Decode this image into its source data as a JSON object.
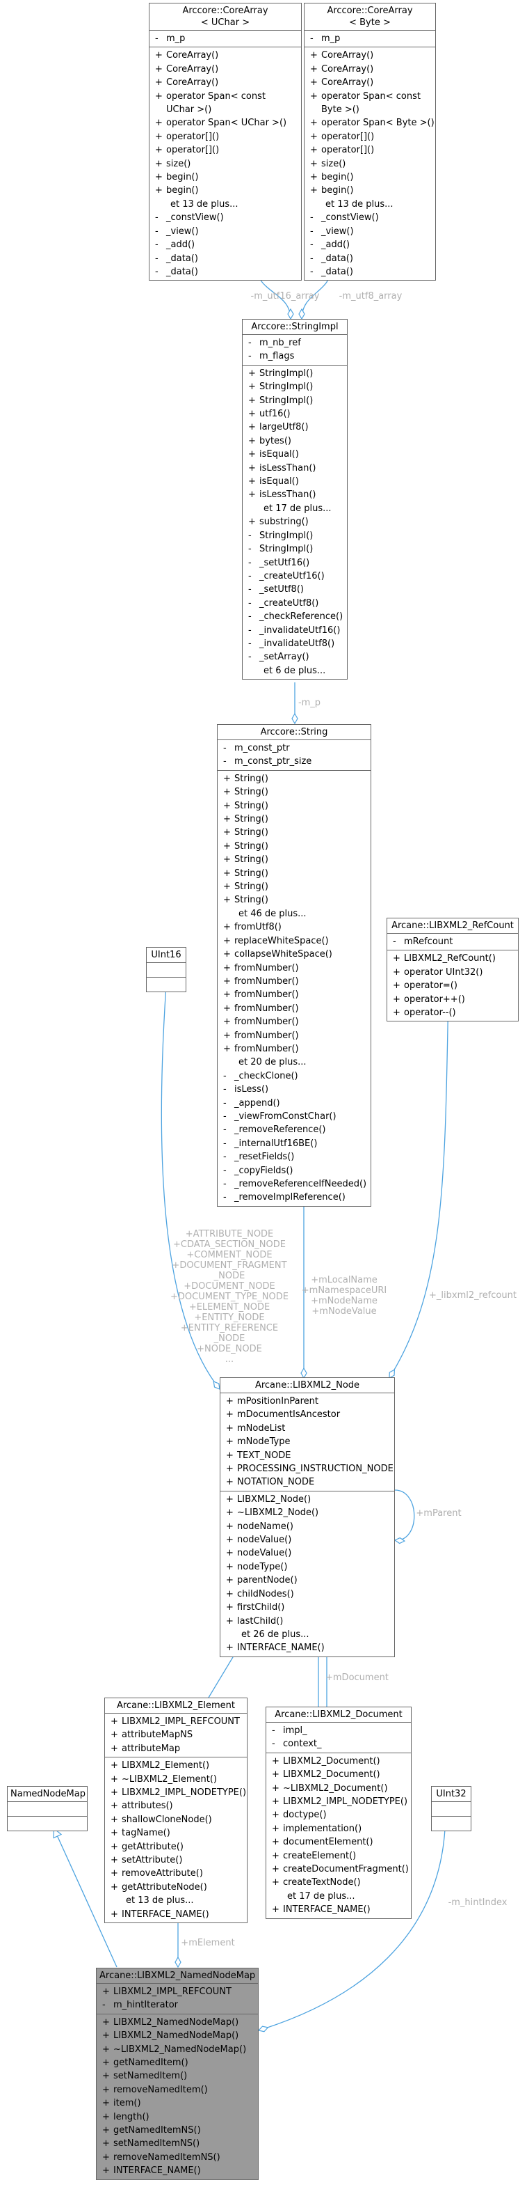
{
  "diagram": {
    "colors": {
      "edge": "#4da3e0",
      "label": "#b0b0b0",
      "focus_fill": "#9a9a9a",
      "border": "#666666"
    },
    "boxes": {
      "core_uchar": {
        "title_lines": [
          "Arccore::CoreArray",
          "< UChar >"
        ],
        "attributes": [
          {
            "v": "-",
            "t": "m_p"
          }
        ],
        "operations": [
          {
            "v": "+",
            "t": "CoreArray()"
          },
          {
            "v": "+",
            "t": "CoreArray()"
          },
          {
            "v": "+",
            "t": "CoreArray()"
          },
          {
            "v": "+",
            "t": "operator Span< const"
          },
          {
            "v": "",
            "t": "UChar >()"
          },
          {
            "v": "+",
            "t": "operator Span< UChar >()"
          },
          {
            "v": "+",
            "t": "operator[]()"
          },
          {
            "v": "+",
            "t": "operator[]()"
          },
          {
            "v": "+",
            "t": "size()"
          },
          {
            "v": "+",
            "t": "begin()"
          },
          {
            "v": "+",
            "t": "begin()"
          },
          {
            "v": "",
            "t": "et 13 de plus...",
            "more": true
          },
          {
            "v": "-",
            "t": "_constView()"
          },
          {
            "v": "-",
            "t": "_view()"
          },
          {
            "v": "-",
            "t": "_add()"
          },
          {
            "v": "-",
            "t": "_data()"
          },
          {
            "v": "-",
            "t": "_data()"
          }
        ]
      },
      "core_byte": {
        "title_lines": [
          "Arccore::CoreArray",
          "< Byte >"
        ],
        "attributes": [
          {
            "v": "-",
            "t": "m_p"
          }
        ],
        "operations": [
          {
            "v": "+",
            "t": "CoreArray()"
          },
          {
            "v": "+",
            "t": "CoreArray()"
          },
          {
            "v": "+",
            "t": "CoreArray()"
          },
          {
            "v": "+",
            "t": "operator Span< const"
          },
          {
            "v": "",
            "t": "Byte >()"
          },
          {
            "v": "+",
            "t": "operator Span< Byte >()"
          },
          {
            "v": "+",
            "t": "operator[]()"
          },
          {
            "v": "+",
            "t": "operator[]()"
          },
          {
            "v": "+",
            "t": "size()"
          },
          {
            "v": "+",
            "t": "begin()"
          },
          {
            "v": "+",
            "t": "begin()"
          },
          {
            "v": "",
            "t": "et 13 de plus...",
            "more": true
          },
          {
            "v": "-",
            "t": "_constView()"
          },
          {
            "v": "-",
            "t": "_view()"
          },
          {
            "v": "-",
            "t": "_add()"
          },
          {
            "v": "-",
            "t": "_data()"
          },
          {
            "v": "-",
            "t": "_data()"
          }
        ]
      },
      "string_impl": {
        "title_lines": [
          "Arccore::StringImpl"
        ],
        "attributes": [
          {
            "v": "-",
            "t": "m_nb_ref"
          },
          {
            "v": "-",
            "t": "m_flags"
          }
        ],
        "operations": [
          {
            "v": "+",
            "t": "StringImpl()"
          },
          {
            "v": "+",
            "t": "StringImpl()"
          },
          {
            "v": "+",
            "t": "StringImpl()"
          },
          {
            "v": "+",
            "t": "utf16()"
          },
          {
            "v": "+",
            "t": "largeUtf8()"
          },
          {
            "v": "+",
            "t": "bytes()"
          },
          {
            "v": "+",
            "t": "isEqual()"
          },
          {
            "v": "+",
            "t": "isLessThan()"
          },
          {
            "v": "+",
            "t": "isEqual()"
          },
          {
            "v": "+",
            "t": "isLessThan()"
          },
          {
            "v": "",
            "t": "et 17 de plus...",
            "more": true
          },
          {
            "v": "+",
            "t": "substring()"
          },
          {
            "v": "-",
            "t": "StringImpl()"
          },
          {
            "v": "-",
            "t": "StringImpl()"
          },
          {
            "v": "-",
            "t": "_setUtf16()"
          },
          {
            "v": "-",
            "t": "_createUtf16()"
          },
          {
            "v": "-",
            "t": "_setUtf8()"
          },
          {
            "v": "-",
            "t": "_createUtf8()"
          },
          {
            "v": "-",
            "t": "_checkReference()"
          },
          {
            "v": "-",
            "t": "_invalidateUtf16()"
          },
          {
            "v": "-",
            "t": "_invalidateUtf8()"
          },
          {
            "v": "-",
            "t": "_setArray()"
          },
          {
            "v": "",
            "t": "et 6 de plus...",
            "more": true
          }
        ]
      },
      "string": {
        "title_lines": [
          "Arccore::String"
        ],
        "attributes": [
          {
            "v": "-",
            "t": "m_const_ptr"
          },
          {
            "v": "-",
            "t": "m_const_ptr_size"
          }
        ],
        "operations": [
          {
            "v": "+",
            "t": "String()"
          },
          {
            "v": "+",
            "t": "String()"
          },
          {
            "v": "+",
            "t": "String()"
          },
          {
            "v": "+",
            "t": "String()"
          },
          {
            "v": "+",
            "t": "String()"
          },
          {
            "v": "+",
            "t": "String()"
          },
          {
            "v": "+",
            "t": "String()"
          },
          {
            "v": "+",
            "t": "String()"
          },
          {
            "v": "+",
            "t": "String()"
          },
          {
            "v": "+",
            "t": "String()"
          },
          {
            "v": "",
            "t": "et 46 de plus...",
            "more": true
          },
          {
            "v": "+",
            "t": "fromUtf8()"
          },
          {
            "v": "+",
            "t": "replaceWhiteSpace()"
          },
          {
            "v": "+",
            "t": "collapseWhiteSpace()"
          },
          {
            "v": "+",
            "t": "fromNumber()"
          },
          {
            "v": "+",
            "t": "fromNumber()"
          },
          {
            "v": "+",
            "t": "fromNumber()"
          },
          {
            "v": "+",
            "t": "fromNumber()"
          },
          {
            "v": "+",
            "t": "fromNumber()"
          },
          {
            "v": "+",
            "t": "fromNumber()"
          },
          {
            "v": "+",
            "t": "fromNumber()"
          },
          {
            "v": "",
            "t": "et 20 de plus...",
            "more": true
          },
          {
            "v": "-",
            "t": "_checkClone()"
          },
          {
            "v": "-",
            "t": "isLess()"
          },
          {
            "v": "-",
            "t": "_append()"
          },
          {
            "v": "-",
            "t": "_viewFromConstChar()"
          },
          {
            "v": "-",
            "t": "_removeReference()"
          },
          {
            "v": "-",
            "t": "_internalUtf16BE()"
          },
          {
            "v": "-",
            "t": "_resetFields()"
          },
          {
            "v": "-",
            "t": "_copyFields()"
          },
          {
            "v": "-",
            "t": "_removeReferenceIfNeeded()"
          },
          {
            "v": "-",
            "t": "_removeImplReference()"
          }
        ]
      },
      "uint16": {
        "title_lines": [
          "UInt16"
        ],
        "attributes": [],
        "operations": []
      },
      "refcount": {
        "title_lines": [
          "Arcane::LIBXML2_RefCount"
        ],
        "attributes": [
          {
            "v": "-",
            "t": "mRefcount"
          }
        ],
        "operations": [
          {
            "v": "+",
            "t": "LIBXML2_RefCount()"
          },
          {
            "v": "+",
            "t": "operator UInt32()"
          },
          {
            "v": "+",
            "t": "operator=()"
          },
          {
            "v": "+",
            "t": "operator++()"
          },
          {
            "v": "+",
            "t": "operator--()"
          }
        ]
      },
      "node": {
        "title_lines": [
          "Arcane::LIBXML2_Node"
        ],
        "attributes": [
          {
            "v": "+",
            "t": "mPositionInParent"
          },
          {
            "v": "+",
            "t": "mDocumentIsAncestor"
          },
          {
            "v": "+",
            "t": "mNodeList"
          },
          {
            "v": "+",
            "t": "mNodeType"
          },
          {
            "v": "+",
            "t": "TEXT_NODE"
          },
          {
            "v": "+",
            "t": "PROCESSING_INSTRUCTION_NODE"
          },
          {
            "v": "+",
            "t": "NOTATION_NODE"
          }
        ],
        "operations": [
          {
            "v": "+",
            "t": "LIBXML2_Node()"
          },
          {
            "v": "+",
            "t": "~LIBXML2_Node()"
          },
          {
            "v": "+",
            "t": "nodeName()"
          },
          {
            "v": "+",
            "t": "nodeValue()"
          },
          {
            "v": "+",
            "t": "nodeValue()"
          },
          {
            "v": "+",
            "t": "nodeType()"
          },
          {
            "v": "+",
            "t": "parentNode()"
          },
          {
            "v": "+",
            "t": "childNodes()"
          },
          {
            "v": "+",
            "t": "firstChild()"
          },
          {
            "v": "+",
            "t": "lastChild()"
          },
          {
            "v": "",
            "t": "et 26 de plus...",
            "more": true
          },
          {
            "v": "+",
            "t": "INTERFACE_NAME()"
          }
        ]
      },
      "element": {
        "title_lines": [
          "Arcane::LIBXML2_Element"
        ],
        "attributes": [
          {
            "v": "+",
            "t": "LIBXML2_IMPL_REFCOUNT"
          },
          {
            "v": "+",
            "t": "attributeMapNS"
          },
          {
            "v": "+",
            "t": "attributeMap"
          }
        ],
        "operations": [
          {
            "v": "+",
            "t": "LIBXML2_Element()"
          },
          {
            "v": "+",
            "t": "~LIBXML2_Element()"
          },
          {
            "v": "+",
            "t": "LIBXML2_IMPL_NODETYPE()"
          },
          {
            "v": "+",
            "t": "attributes()"
          },
          {
            "v": "+",
            "t": "shallowCloneNode()"
          },
          {
            "v": "+",
            "t": "tagName()"
          },
          {
            "v": "+",
            "t": "getAttribute()"
          },
          {
            "v": "+",
            "t": "setAttribute()"
          },
          {
            "v": "+",
            "t": "removeAttribute()"
          },
          {
            "v": "+",
            "t": "getAttributeNode()"
          },
          {
            "v": "",
            "t": "et 13 de plus...",
            "more": true
          },
          {
            "v": "+",
            "t": "INTERFACE_NAME()"
          }
        ]
      },
      "document": {
        "title_lines": [
          "Arcane::LIBXML2_Document"
        ],
        "attributes": [
          {
            "v": "-",
            "t": "impl_"
          },
          {
            "v": "-",
            "t": "context_"
          }
        ],
        "operations": [
          {
            "v": "+",
            "t": "LIBXML2_Document()"
          },
          {
            "v": "+",
            "t": "LIBXML2_Document()"
          },
          {
            "v": "+",
            "t": "~LIBXML2_Document()"
          },
          {
            "v": "+",
            "t": "LIBXML2_IMPL_NODETYPE()"
          },
          {
            "v": "+",
            "t": "doctype()"
          },
          {
            "v": "+",
            "t": "implementation()"
          },
          {
            "v": "+",
            "t": "documentElement()"
          },
          {
            "v": "+",
            "t": "createElement()"
          },
          {
            "v": "+",
            "t": "createDocumentFragment()"
          },
          {
            "v": "+",
            "t": "createTextNode()"
          },
          {
            "v": "",
            "t": "et 17 de plus...",
            "more": true
          },
          {
            "v": "+",
            "t": "INTERFACE_NAME()"
          }
        ]
      },
      "named_node_map": {
        "title_lines": [
          "NamedNodeMap"
        ],
        "attributes": [],
        "operations": []
      },
      "uint32": {
        "title_lines": [
          "UInt32"
        ],
        "attributes": [],
        "operations": []
      },
      "libxml2_named_node_map": {
        "title_lines": [
          "Arcane::LIBXML2_NamedNodeMap"
        ],
        "attributes": [
          {
            "v": "+",
            "t": "LIBXML2_IMPL_REFCOUNT"
          },
          {
            "v": "-",
            "t": "m_hintIterator"
          }
        ],
        "operations": [
          {
            "v": "+",
            "t": "LIBXML2_NamedNodeMap()"
          },
          {
            "v": "+",
            "t": "LIBXML2_NamedNodeMap()"
          },
          {
            "v": "+",
            "t": "~LIBXML2_NamedNodeMap()"
          },
          {
            "v": "+",
            "t": "getNamedItem()"
          },
          {
            "v": "+",
            "t": "setNamedItem()"
          },
          {
            "v": "+",
            "t": "removeNamedItem()"
          },
          {
            "v": "+",
            "t": "item()"
          },
          {
            "v": "+",
            "t": "length()"
          },
          {
            "v": "+",
            "t": "getNamedItemNS()"
          },
          {
            "v": "+",
            "t": "setNamedItemNS()"
          },
          {
            "v": "+",
            "t": "removeNamedItemNS()"
          },
          {
            "v": "+",
            "t": "INTERFACE_NAME()"
          }
        ]
      }
    },
    "edge_labels": {
      "utf16": [
        "-m_utf16_array"
      ],
      "utf8": [
        "-m_utf8_array"
      ],
      "mp": [
        "-m_p"
      ],
      "uint16_members": [
        "+ATTRIBUTE_NODE",
        "+CDATA_SECTION_NODE",
        "+COMMENT_NODE",
        "+DOCUMENT_FRAGMENT",
        "_NODE",
        "+DOCUMENT_NODE",
        "+DOCUMENT_TYPE_NODE",
        "+ELEMENT_NODE",
        "+ENTITY_NODE",
        "+ENTITY_REFERENCE",
        "_NODE",
        "+NODE_NODE",
        "..."
      ],
      "string_members": [
        "+mLocalName",
        "+mNamespaceURI",
        "+mNodeName",
        "+mNodeValue"
      ],
      "refcount": [
        "+_libxml2_refcount"
      ],
      "parent": [
        "+mParent"
      ],
      "document": [
        "+mDocument"
      ],
      "element": [
        "+mElement"
      ],
      "hint_index": [
        "-m_hintIndex"
      ]
    }
  }
}
